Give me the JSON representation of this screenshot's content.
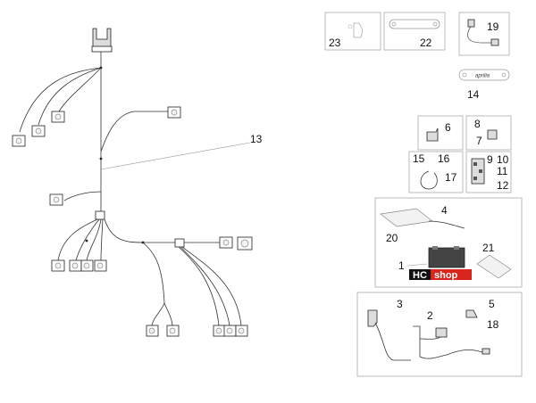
{
  "callouts": {
    "c1": "1",
    "c2": "2",
    "c3": "3",
    "c4": "4",
    "c5": "5",
    "c6": "6",
    "c7": "7",
    "c8": "8",
    "c9": "9",
    "c10": "10",
    "c11": "11",
    "c12": "12",
    "c13": "13",
    "c14": "14",
    "c15": "15",
    "c16": "16",
    "c17": "17",
    "c18": "18",
    "c19": "19",
    "c20": "20",
    "c21": "21",
    "c22": "22",
    "c23": "23"
  },
  "logo": {
    "part1": "HC",
    "part2": "shop"
  },
  "sticker_text": "aprilia",
  "colors": {
    "logo_dark": "#111111",
    "logo_red": "#d9261c",
    "line": "#333333",
    "box_border": "#bbbbbb"
  }
}
